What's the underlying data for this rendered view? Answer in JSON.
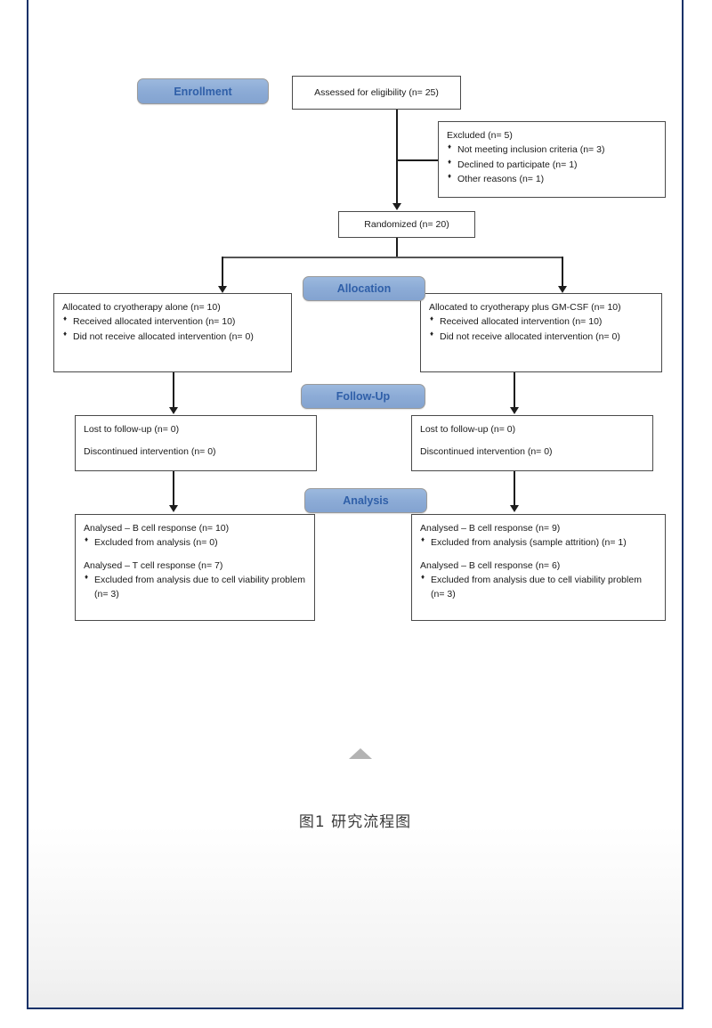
{
  "figure": {
    "caption": "图1 研究流程图",
    "stages": [
      {
        "key": "enrollment",
        "label": "Enrollment"
      },
      {
        "key": "allocation",
        "label": "Allocation"
      },
      {
        "key": "followup",
        "label": "Follow-Up"
      },
      {
        "key": "analysis",
        "label": "Analysis"
      }
    ],
    "boxes": {
      "assessed": {
        "title": "Assessed for eligibility (n= 25)"
      },
      "excluded": {
        "title": "Excluded (n= 5)",
        "items": [
          "Not meeting inclusion criteria (n= 3)",
          "Declined to participate (n= 1)",
          "Other reasons (n= 1)"
        ]
      },
      "randomized": {
        "title": "Randomized (n= 20)"
      },
      "alloc_left": {
        "title": "Allocated to cryotherapy alone (n= 10)",
        "items": [
          "Received allocated intervention (n= 10)",
          "Did not receive allocated intervention (n= 0)"
        ]
      },
      "alloc_right": {
        "title": "Allocated to cryotherapy plus GM-CSF (n= 10)",
        "items": [
          "Received allocated intervention (n= 10)",
          "Did not receive allocated intervention (n= 0)"
        ]
      },
      "follow_left": {
        "line1": "Lost to follow-up (n= 0)",
        "line2": "Discontinued intervention (n= 0)"
      },
      "follow_right": {
        "line1": "Lost to follow-up (n= 0)",
        "line2": "Discontinued intervention (n= 0)"
      },
      "analysis_left": {
        "title1": "Analysed – B cell response (n= 10)",
        "item1": "Excluded from analysis (n= 0)",
        "title2": "Analysed – T cell response (n= 7)",
        "item2": "Excluded from analysis due to cell viability problem (n= 3)"
      },
      "analysis_right": {
        "title1": "Analysed – B cell response (n= 9)",
        "item1": "Excluded from analysis (sample attrition) (n= 1)",
        "title2": "Analysed – B cell response (n= 6)",
        "item2": "Excluded from analysis due to cell viability problem (n= 3)"
      }
    },
    "colors": {
      "badge_fill": "#8cabd6",
      "badge_text": "#2f5fa8",
      "panel_border": "#123168",
      "box_border": "#4a4a4a",
      "connector": "#1c1c1c",
      "scrolltop": "#b3b3b3"
    }
  }
}
